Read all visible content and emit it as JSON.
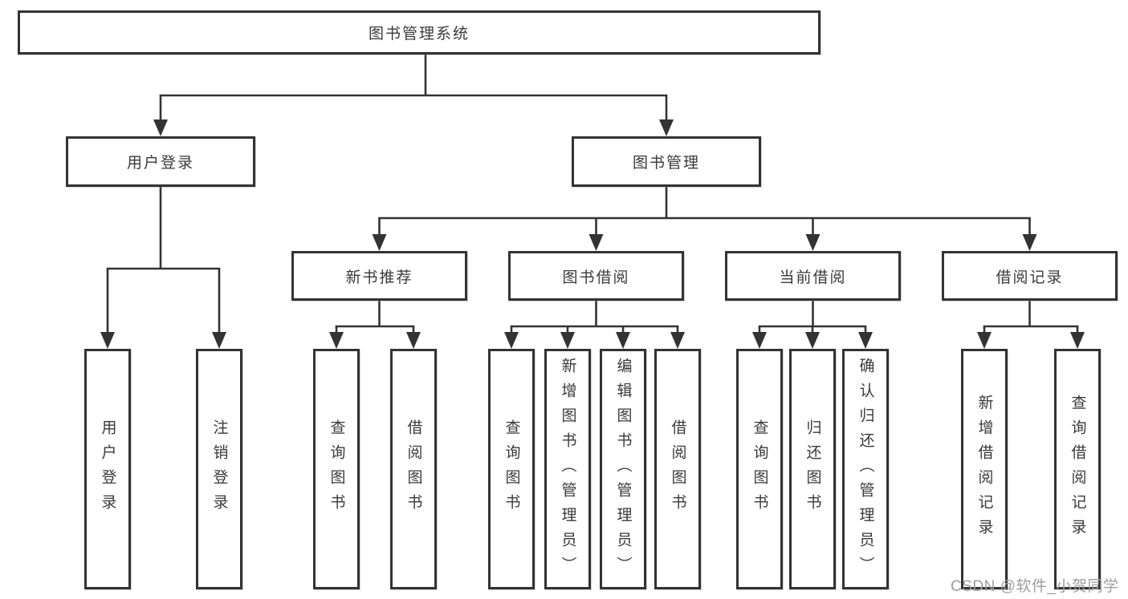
{
  "diagram_title": "图书管理系统",
  "watermark": "CSDN @软件_小贺同学",
  "nodes": {
    "root": {
      "label": "图书管理系统"
    },
    "user_login": {
      "label": "用户登录"
    },
    "book_mgmt": {
      "label": "图书管理"
    },
    "new_book_rec": {
      "label": "新书推荐"
    },
    "book_borrow": {
      "label": "图书借阅"
    },
    "current_borrow": {
      "label": "当前借阅"
    },
    "borrow_records": {
      "label": "借阅记录"
    },
    "leaf_user_login": {
      "label": "用户登录"
    },
    "leaf_logout": {
      "label": "注销登录"
    },
    "leaf_rec_query_book": {
      "label": "查询图书"
    },
    "leaf_rec_borrow_book": {
      "label": "借阅图书"
    },
    "leaf_bb_query_book": {
      "label": "查询图书"
    },
    "leaf_bb_add_book": {
      "label": "新增图书（管理员）"
    },
    "leaf_bb_edit_book": {
      "label": "编辑图书（管理员）"
    },
    "leaf_bb_borrow_book": {
      "label": "借阅图书"
    },
    "leaf_cb_query_book": {
      "label": "查询图书"
    },
    "leaf_cb_return_book": {
      "label": "归还图书"
    },
    "leaf_cb_confirm_return": {
      "label": "确认归还（管理员）"
    },
    "leaf_br_add_record": {
      "label": "新增借阅记录"
    },
    "leaf_br_query_record": {
      "label": "查询借阅记录"
    }
  }
}
